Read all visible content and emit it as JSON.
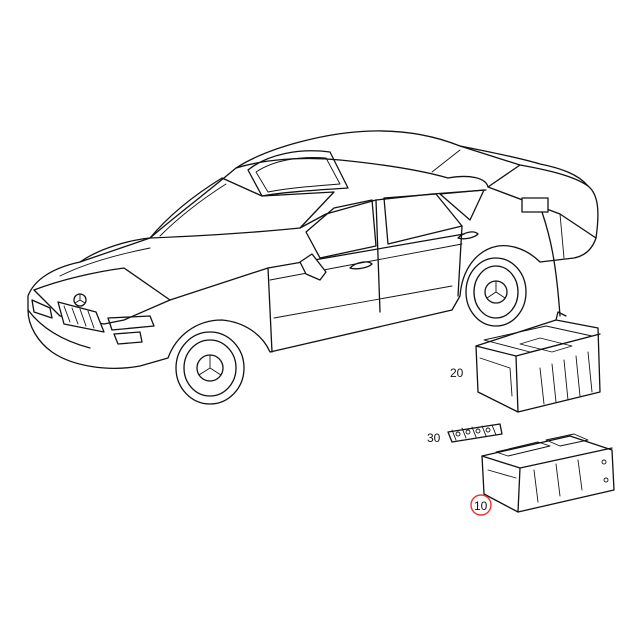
{
  "callouts": {
    "part_20": "20",
    "part_30": "30",
    "part_10": "10"
  },
  "highlight": {
    "part": "10",
    "color": "#e3342f"
  }
}
